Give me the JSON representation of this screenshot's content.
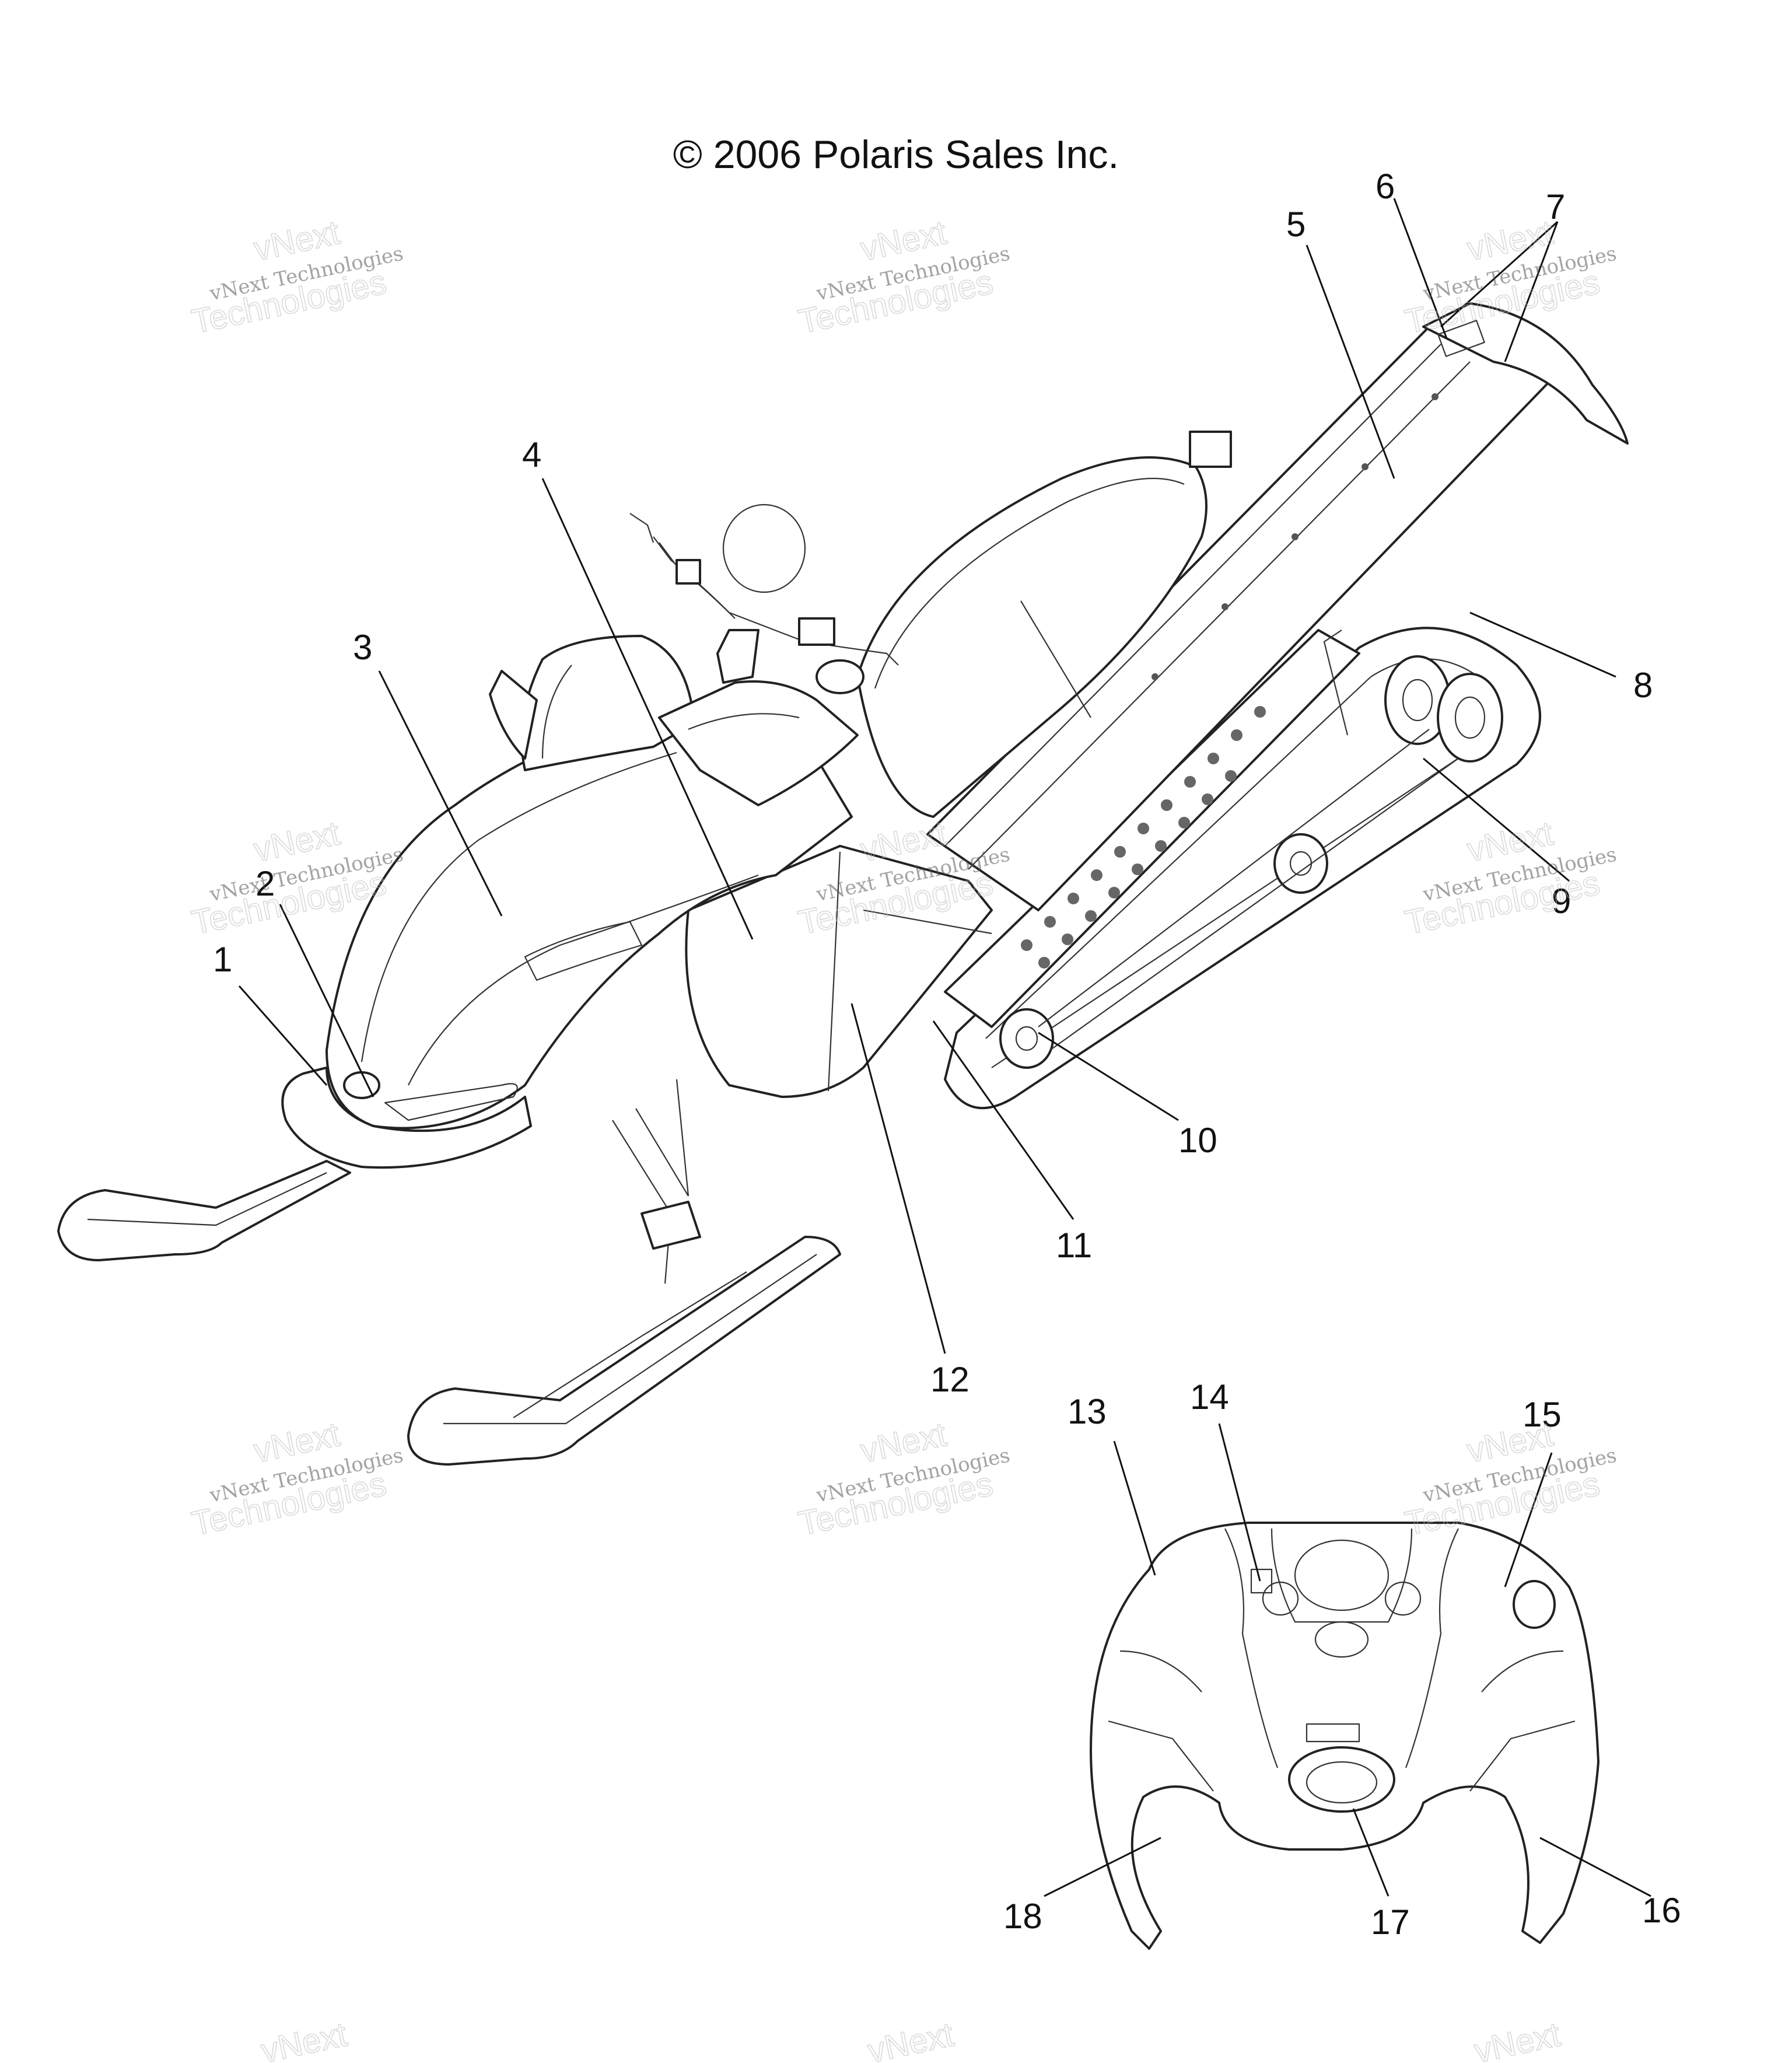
{
  "header": {
    "copyright": "© 2006 Polaris Sales Inc."
  },
  "watermark": {
    "line1": "vNext Technologies",
    "line2": "Technologies",
    "line3": "vNext"
  },
  "callouts": [
    {
      "id": "1",
      "label": "1"
    },
    {
      "id": "2",
      "label": "2"
    },
    {
      "id": "3",
      "label": "3"
    },
    {
      "id": "4",
      "label": "4"
    },
    {
      "id": "5",
      "label": "5"
    },
    {
      "id": "6",
      "label": "6"
    },
    {
      "id": "7",
      "label": "7"
    },
    {
      "id": "8",
      "label": "8"
    },
    {
      "id": "9",
      "label": "9"
    },
    {
      "id": "10",
      "label": "10"
    },
    {
      "id": "11",
      "label": "11"
    },
    {
      "id": "12",
      "label": "12"
    },
    {
      "id": "13",
      "label": "13"
    },
    {
      "id": "14",
      "label": "14"
    },
    {
      "id": "15",
      "label": "15"
    },
    {
      "id": "16",
      "label": "16"
    },
    {
      "id": "17",
      "label": "17"
    },
    {
      "id": "18",
      "label": "18"
    }
  ]
}
